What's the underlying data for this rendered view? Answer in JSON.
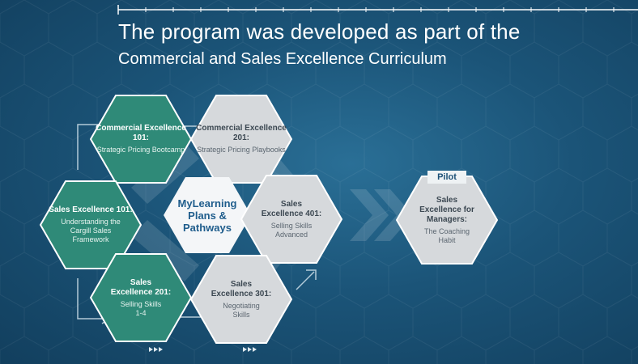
{
  "title": {
    "line1": "The program was developed as part of the",
    "line2": "Commercial and Sales Excellence Curriculum"
  },
  "pilot_label": "Pilot",
  "nodes": {
    "ce101": {
      "title": "Commercial Excellence 101:",
      "subtitle": "Strategic Pricing Bootcamp"
    },
    "ce201": {
      "title": "Commercial Excellence 201:",
      "subtitle": "Strategic Pricing Playbooks"
    },
    "se101": {
      "title": "Sales Excellence 101:",
      "subtitle": "Understanding the Cargill Sales Framework"
    },
    "mylearning": {
      "title": "MyLearning Plans & Pathways"
    },
    "se401": {
      "title": "Sales Excellence 401:",
      "subtitle": "Selling Skills Advanced"
    },
    "se201": {
      "title": "Sales Excellence 201:",
      "subtitle": "Selling Skills 1-4"
    },
    "se301": {
      "title": "Sales Excellence 301:",
      "subtitle": "Negotiating Skills"
    },
    "managers": {
      "title": "Sales Excellence for Managers:",
      "subtitle": "The Coaching Habit"
    }
  },
  "colors": {
    "background": "#1b5478",
    "teal": "#2f8a78",
    "grey": "#d6d9dc",
    "white": "#f4f6f8",
    "accent_text": "#1f5d8c"
  }
}
